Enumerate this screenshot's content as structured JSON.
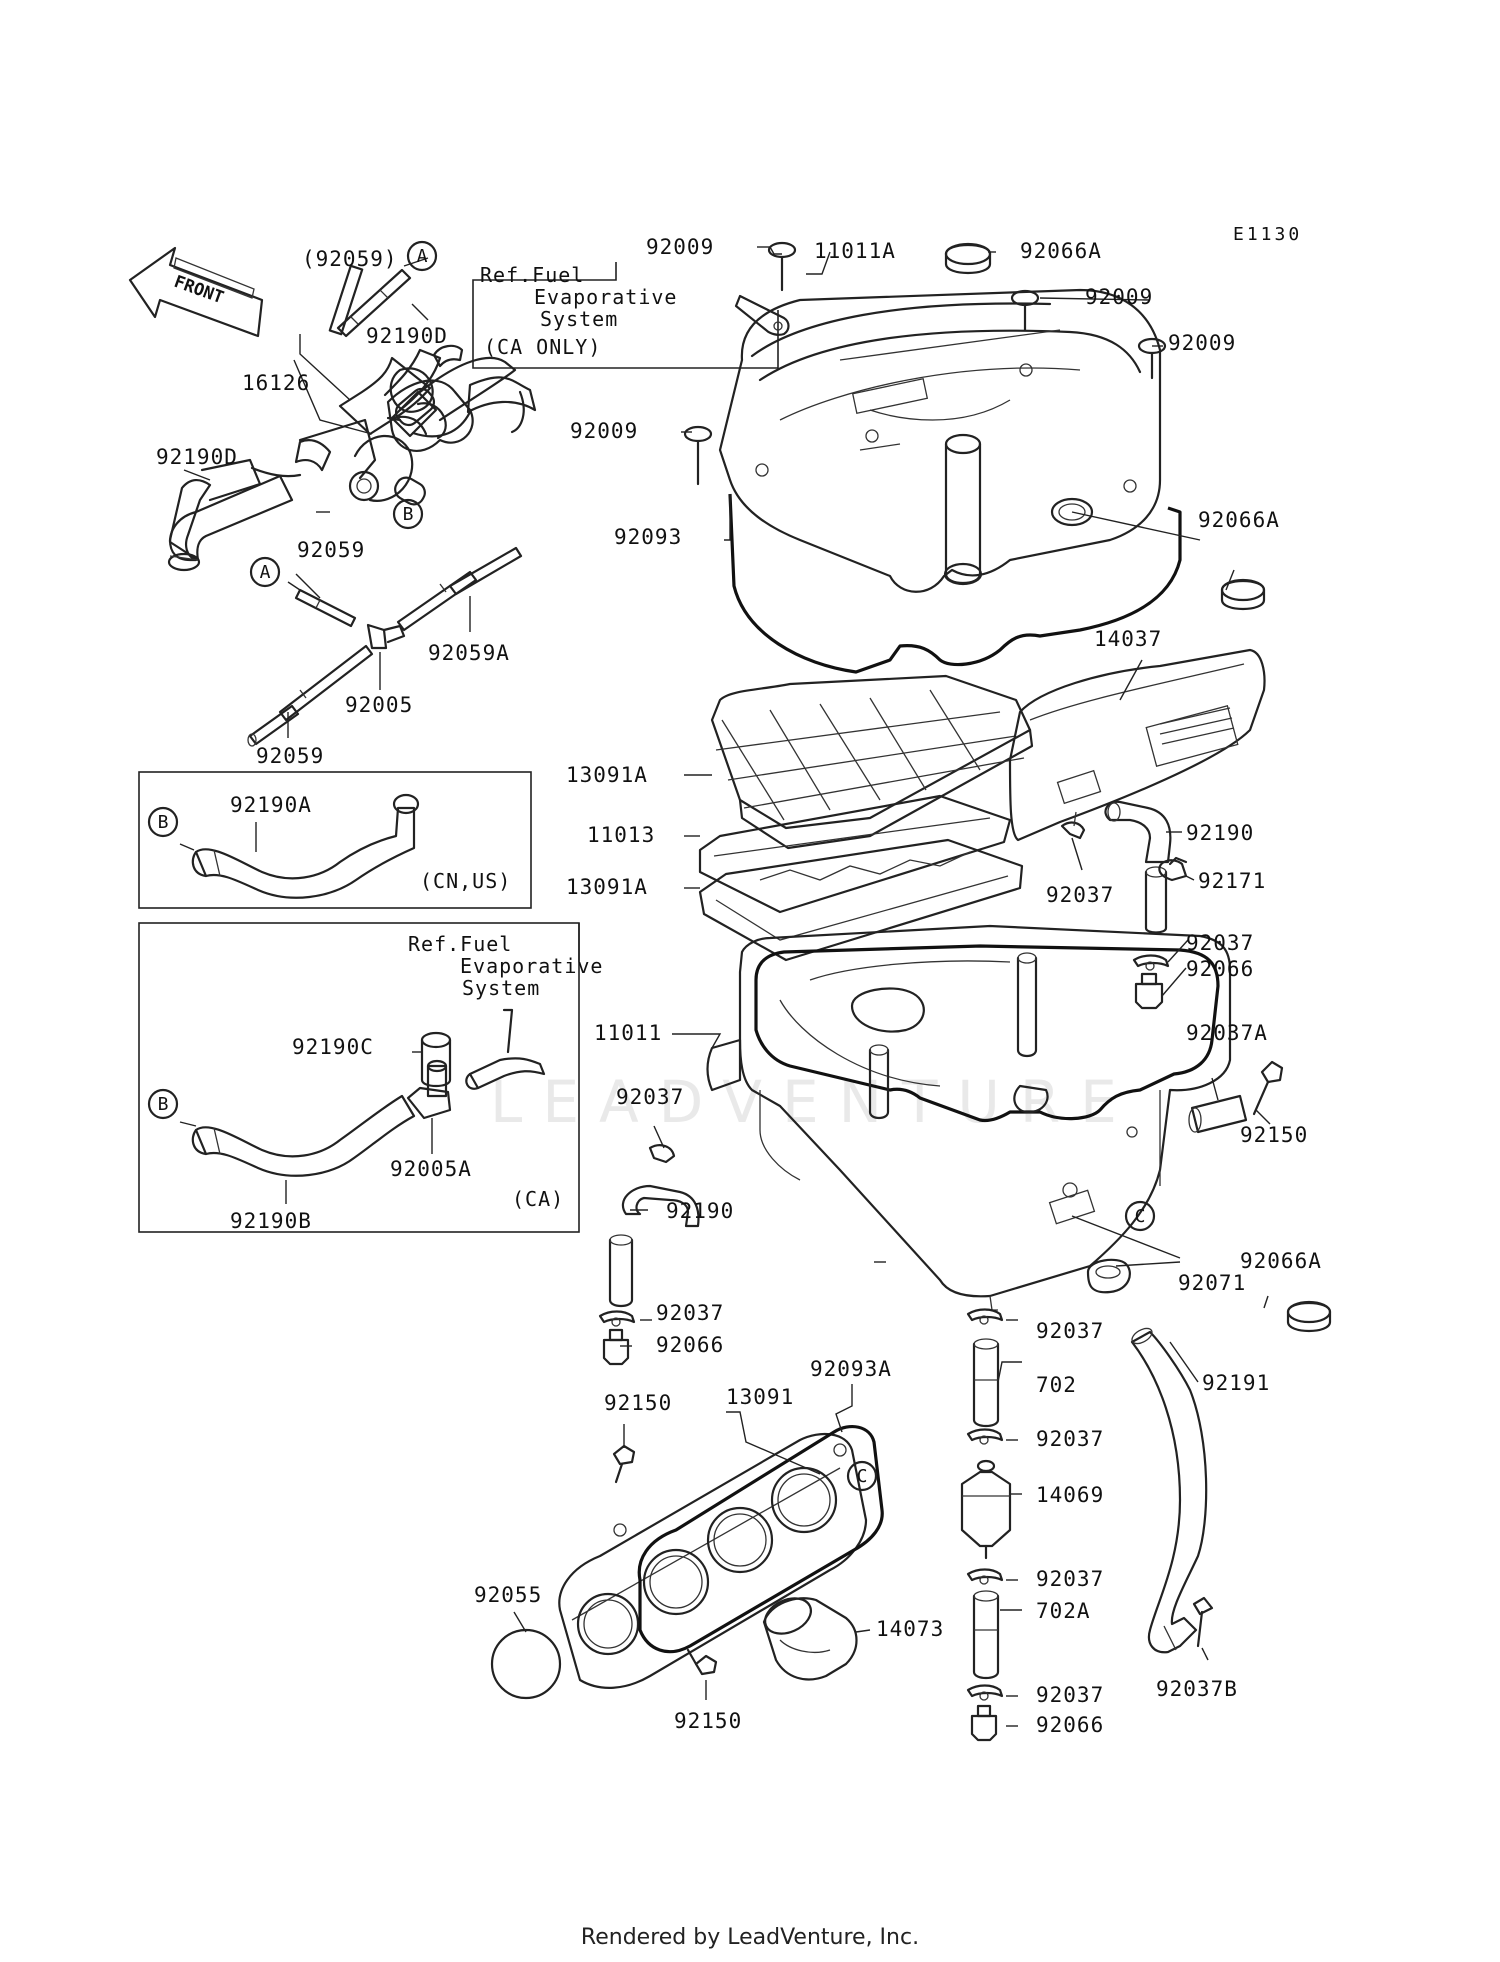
{
  "diagram": {
    "code": "E1130",
    "front_arrow": "FRONT",
    "watermark": "LEADVENTURE",
    "notes": {
      "ca_only": {
        "line1": "Ref.Fuel",
        "line2": "Evaporative",
        "line3": "System",
        "line4": "(CA ONLY)"
      },
      "ca_box": {
        "line1": "Ref.Fuel",
        "line2": "Evaporative",
        "line3": "System"
      },
      "cn_us": "(CN,US)",
      "ca": "(CA)"
    },
    "markers": {
      "a": "A",
      "b": "B",
      "c": "C"
    },
    "parts": {
      "p92059_paren": "(92059)",
      "p92190D_1": "92190D",
      "p16126": "16126",
      "p92190D_2": "92190D",
      "p92059_1": "92059",
      "p92059A": "92059A",
      "p92005": "92005",
      "p92059_2": "92059",
      "p92190A": "92190A",
      "p92190C": "92190C",
      "p92005A": "92005A",
      "p92190B": "92190B",
      "p92009_1": "92009",
      "p11011A": "11011A",
      "p92066A_1": "92066A",
      "p92009_2": "92009",
      "p92009_3": "92009",
      "p92009_4": "92009",
      "p92093": "92093",
      "p92066A_2": "92066A",
      "p14037": "14037",
      "p13091A_1": "13091A",
      "p11013": "11013",
      "p13091A_2": "13091A",
      "p92190_1": "92190",
      "p92037_1": "92037",
      "p92171": "92171",
      "p92037_2": "92037",
      "p92066_1": "92066",
      "p11011": "11011",
      "p92037A": "92037A",
      "p92037_3": "92037",
      "p92150_1": "92150",
      "p92190_2": "92190",
      "p92066A_3": "92066A",
      "p92071": "92071",
      "p92037_4": "92037",
      "p92066_2": "92066",
      "p92037_5": "92037",
      "p92093A": "92093A",
      "p13091": "13091",
      "p92150_2": "92150",
      "p702": "702",
      "p92191": "92191",
      "p92037_6": "92037",
      "p14069": "14069",
      "p92055": "92055",
      "p92037_7": "92037",
      "p14073": "14073",
      "p702A": "702A",
      "p92037B": "92037B",
      "p92150_3": "92150",
      "p92037_8": "92037",
      "p92066_3": "92066"
    }
  },
  "footer": {
    "text": "Rendered by LeadVenture, Inc."
  }
}
